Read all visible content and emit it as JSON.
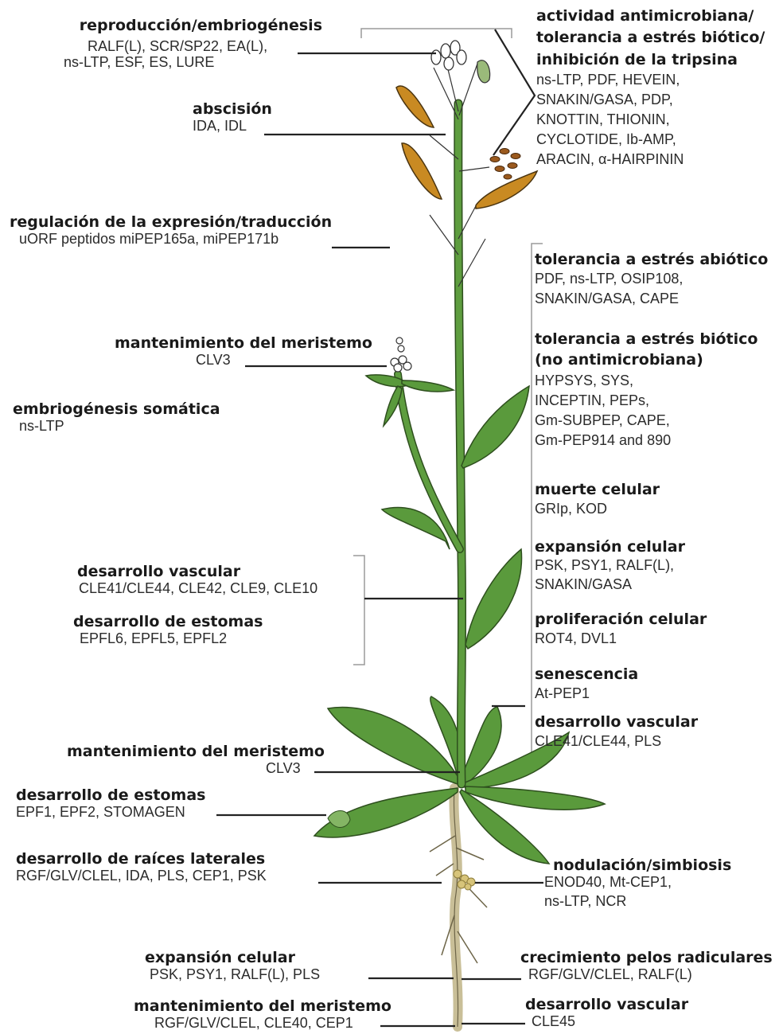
{
  "colors": {
    "stem": "#5e9d3f",
    "leaf": "#5a9a3c",
    "pod": "#c98a22",
    "root": "#c9bf98",
    "nodule": "#d7c47a",
    "line": "#222222",
    "bracket": "#9a9a9a"
  },
  "left": [
    {
      "title": "reproducción/embriogénesis",
      "genes": [
        "RALF(L), SCR/SP22, EA(L),",
        "ns-LTP, ESF, ES, LURE"
      ]
    },
    {
      "title": "abscisión",
      "genes": [
        "IDA, IDL"
      ]
    },
    {
      "title": "regulación de la expresión/traducción",
      "genes": [
        "uORF peptidos miPEP165a, miPEP171b"
      ]
    },
    {
      "title": "mantenimiento del meristemo",
      "genes": [
        "CLV3"
      ]
    },
    {
      "title": "embriogénesis somática",
      "genes": [
        "ns-LTP"
      ]
    },
    {
      "title": "desarrollo vascular",
      "genes": [
        "CLE41/CLE44, CLE42, CLE9, CLE10"
      ]
    },
    {
      "title": "desarrollo de estomas",
      "genes": [
        "EPFL6, EPFL5, EPFL2"
      ]
    },
    {
      "title": "mantenimiento del meristemo",
      "genes": [
        "CLV3"
      ]
    },
    {
      "title": "desarrollo de estomas",
      "genes": [
        "EPF1, EPF2, STOMAGEN"
      ]
    },
    {
      "title": "desarrollo de raíces laterales",
      "genes": [
        "RGF/GLV/CLEL, IDA, PLS, CEP1, PSK"
      ]
    },
    {
      "title": "expansión celular",
      "genes": [
        "PSK, PSY1, RALF(L), PLS"
      ]
    },
    {
      "title": "mantenimiento del meristemo",
      "genes": [
        "RGF/GLV/CLEL, CLE40, CEP1"
      ]
    }
  ],
  "right": [
    {
      "title": [
        "actividad antimicrobiana/",
        "tolerancia a estrés biótico/",
        "inhibición de la tripsina"
      ],
      "genes": [
        "ns-LTP, PDF, HEVEIN,",
        "SNAKIN/GASA, PDP,",
        "KNOTTIN, THIONIN,",
        "CYCLOTIDE, Ib-AMP,",
        "ARACIN, α-HAIRPININ"
      ]
    },
    {
      "title": [
        "tolerancia a estrés abiótico"
      ],
      "genes": [
        "PDF, ns-LTP, OSIP108,",
        "SNAKIN/GASA, CAPE"
      ]
    },
    {
      "title": [
        "tolerancia a estrés biótico",
        "(no antimicrobiana)"
      ],
      "genes": [
        "HYPSYS, SYS,",
        "INCEPTIN, PEPs,",
        "Gm-SUBPEP, CAPE,",
        "Gm-PEP914 and 890"
      ]
    },
    {
      "title": [
        "muerte celular"
      ],
      "genes": [
        "GRIp, KOD"
      ]
    },
    {
      "title": [
        "expansión celular"
      ],
      "genes": [
        "PSK, PSY1, RALF(L),",
        "SNAKIN/GASA"
      ]
    },
    {
      "title": [
        "proliferación celular"
      ],
      "genes": [
        "ROT4, DVL1"
      ]
    },
    {
      "title": [
        "senescencia"
      ],
      "genes": [
        "At-PEP1"
      ]
    },
    {
      "title": [
        "desarrollo vascular"
      ],
      "genes": [
        "CLE41/CLE44, PLS"
      ]
    },
    {
      "title": [
        "nodulación/simbiosis"
      ],
      "genes": [
        "ENOD40, Mt-CEP1,",
        "ns-LTP, NCR"
      ]
    },
    {
      "title": [
        "crecimiento pelos radiculares"
      ],
      "genes": [
        "RGF/GLV/CLEL, RALF(L)"
      ]
    },
    {
      "title": [
        "desarrollo vascular"
      ],
      "genes": [
        "CLE45"
      ]
    }
  ]
}
